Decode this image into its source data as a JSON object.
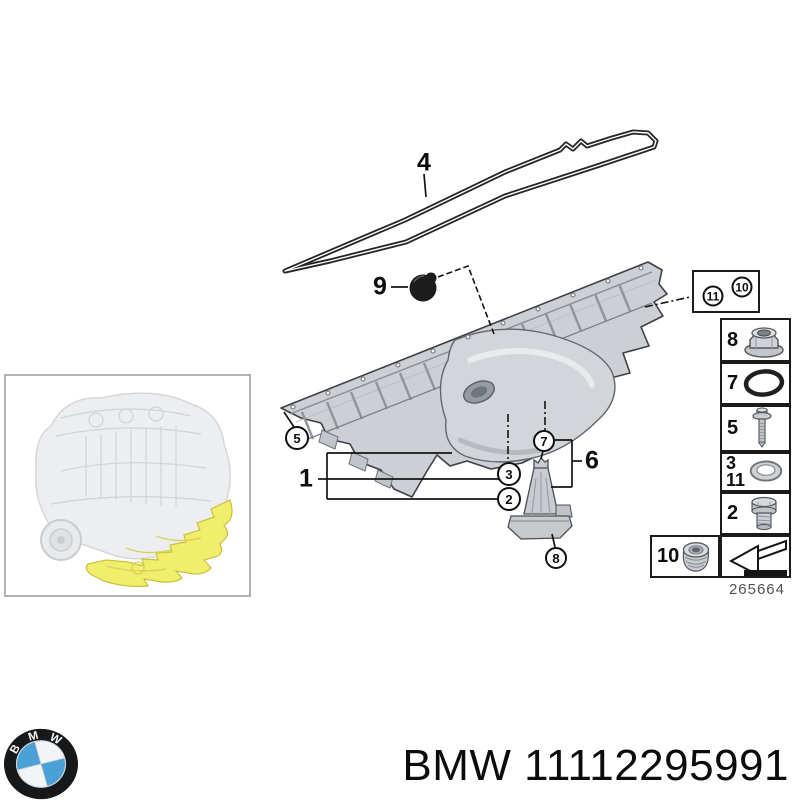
{
  "diagram": {
    "drawing_number": "265664",
    "labels": {
      "gasket": "4",
      "sealing_cap": "9",
      "oil_pan_group": "1",
      "dipstick_group": "6"
    },
    "callouts": {
      "c5": "5",
      "c3": "3",
      "c2": "2",
      "c7": "7",
      "c8": "8",
      "c11": "11",
      "c10": "10"
    }
  },
  "legend": {
    "rows": [
      {
        "number": "8",
        "icon": "flange-nut"
      },
      {
        "number": "7",
        "icon": "o-ring"
      },
      {
        "number": "5",
        "icon": "flange-bolt"
      },
      {
        "number": "3",
        "number2": "11",
        "icon": "sealing-washer"
      },
      {
        "number": "2",
        "icon": "screw-plug"
      },
      {
        "number": "10",
        "icon": "oil-drain-plug"
      }
    ],
    "arrow_icon": "direction-arrow"
  },
  "thumbnail": {
    "highlight_color": "#f2ee6d"
  },
  "footer": {
    "brand": "BMW",
    "part_number": "11112295991",
    "part_label": "BMW 11112295991",
    "logo_letters": [
      "B",
      "M",
      "W"
    ],
    "logo_blue": "#4aa1d8"
  }
}
